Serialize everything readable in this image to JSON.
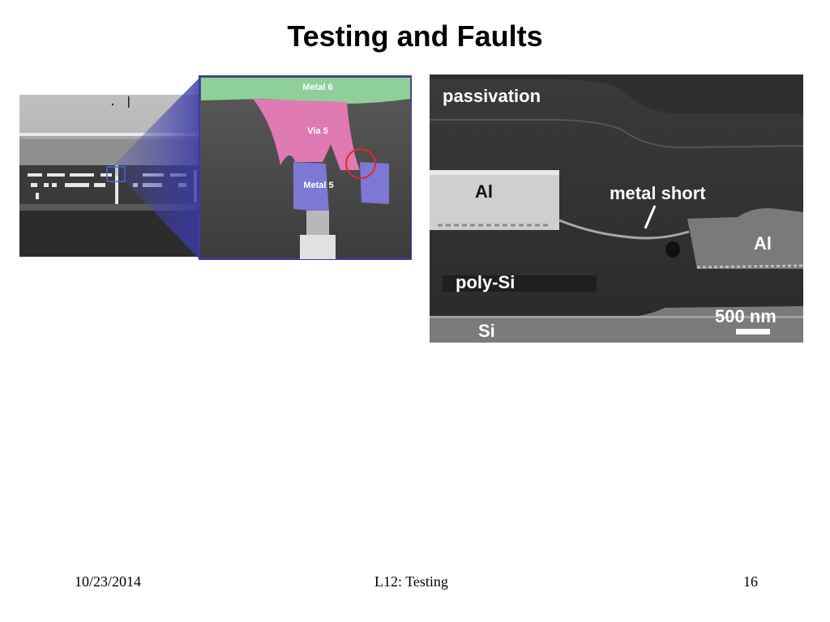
{
  "slide": {
    "title": "Testing and Faults"
  },
  "left_figure": {
    "layers": {
      "top": "Metal 6",
      "via": "Via 5",
      "bottom": "Metal 5"
    },
    "colors": {
      "metal6": "#8fd09a",
      "via5": "#e07ab2",
      "metal5": "#7d78d4",
      "defect_circle": "#e0282e",
      "zoom_frame": "#3a3aa8"
    }
  },
  "right_figure": {
    "labels": {
      "passivation": "passivation",
      "al_left": "Al",
      "metal_short": "metal short",
      "al_right": "Al",
      "poly_si": "poly-Si",
      "si": "Si",
      "scale_bar": "500 nm"
    }
  },
  "footer": {
    "date": "10/23/2014",
    "course": "L12: Testing",
    "page": "16"
  }
}
